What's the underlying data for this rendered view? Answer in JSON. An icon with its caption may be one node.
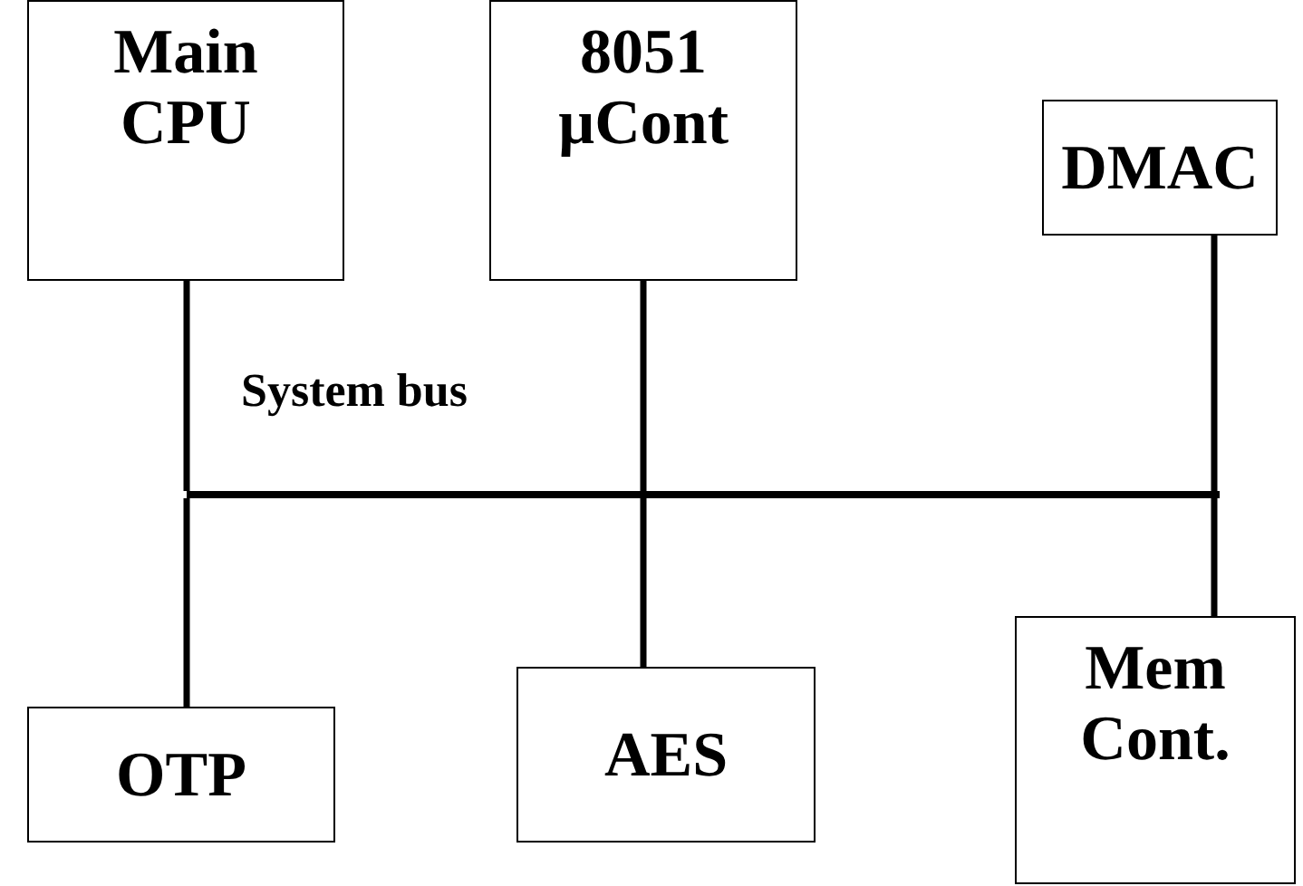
{
  "diagram": {
    "nodes": [
      {
        "text": [
          "Main CPU"
        ]
      },
      {
        "text": [
          "8051 µCont"
        ]
      },
      {
        "text": [
          "DMAC"
        ]
      },
      {
        "text": [],
        "shape": "bar",
        "beside": [
          "System bus"
        ]
      },
      {
        "text": [
          "OTP"
        ]
      },
      {
        "text": [
          "AES"
        ]
      },
      {
        "text": [
          "Mem Cont."
        ]
      }
    ],
    "edges": [
      {
        "from": 0,
        "to": 3,
        "arrow": "none"
      },
      {
        "from": 1,
        "to": 3,
        "arrow": "none"
      },
      {
        "from": 2,
        "to": 3,
        "arrow": "none"
      },
      {
        "from": 4,
        "to": 3,
        "arrow": "none"
      },
      {
        "from": 5,
        "to": 3,
        "arrow": "none"
      },
      {
        "from": 6,
        "to": 3,
        "arrow": "none"
      }
    ]
  }
}
